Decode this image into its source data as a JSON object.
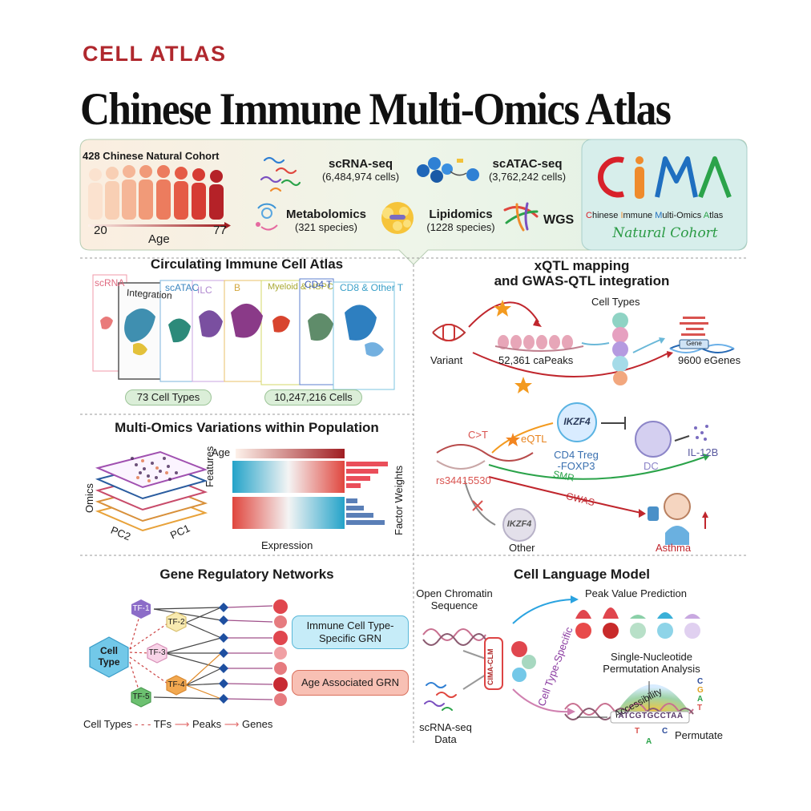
{
  "header": {
    "journal": "CELL ATLAS",
    "title": "Chinese Immune Multi-Omics Atlas"
  },
  "cohort": {
    "label": "428 Chinese Natural Cohort",
    "age_min": "20",
    "age_max": "77",
    "age_label": "Age"
  },
  "omics": [
    {
      "name": "scRNA-seq",
      "detail": "(6,484,974 cells)"
    },
    {
      "name": "scATAC-seq",
      "detail": "(3,762,242 cells)"
    },
    {
      "name": "Metabolomics",
      "detail": "(321 species)"
    },
    {
      "name": "Lipidomics",
      "detail": "(1228 species)"
    },
    {
      "name": "WGS",
      "detail": ""
    }
  ],
  "logo": {
    "letters": "CIMA",
    "tagline_parts": [
      {
        "cap": "C",
        "rest": "hinese "
      },
      {
        "cap": "I",
        "rest": "mmune "
      },
      {
        "cap": "M",
        "rest": "ulti-Omics "
      },
      {
        "cap": "A",
        "rest": "tlas"
      }
    ],
    "subtitle": "Natural Cohort",
    "colors": {
      "red": "#d8212a",
      "orange": "#ef8b2c",
      "blue": "#1f6fc0",
      "green": "#2ba34a"
    }
  },
  "panels": {
    "atlas": {
      "title": "Circulating Immune Cell Atlas",
      "cards": [
        "scRNA",
        "Integration",
        "scATAC",
        "ILC",
        "B",
        "Myeloid & HSPC",
        "CD4 T",
        "CD8 & Other T"
      ],
      "stats": [
        "73 Cell Types",
        "10,247,216 Cells"
      ]
    },
    "xqtl": {
      "title_line1": "xQTL mapping",
      "title_line2": "and GWAS-QTL integration",
      "cell_types": "Cell Types",
      "variant": "Variant",
      "capeaks": "52,361 caPeaks",
      "egenes": "9600 eGenes",
      "gene": "Gene"
    },
    "multiomics": {
      "title": "Multi-Omics Variations within Population",
      "age": "Age",
      "features": "Features",
      "expression": "Expression",
      "factor_weights": "Factor Weights",
      "omics": "Omics",
      "pc1": "PC1",
      "pc2": "PC2"
    },
    "gwas": {
      "ikzf4": "IKZF4",
      "ikzf4_other": "IKZF4",
      "ct": "C>T",
      "eqtl": "eQTL",
      "treg_line1": "CD4 Treg",
      "treg_line2": "-FOXP3",
      "dc": "DC",
      "il12b": "IL-12B",
      "rsid": "rs34415530",
      "smr": "SMR",
      "gwas": "GWAS",
      "other": "Other",
      "asthma": "Asthma"
    },
    "grn": {
      "title": "Gene Regulatory Networks",
      "cell_type_line1": "Cell",
      "cell_type_line2": "Type",
      "tfs": [
        "TF-1",
        "TF-2",
        "TF-3",
        "TF-4",
        "TF-5"
      ],
      "immune_box_line1": "Immune Cell Type-",
      "immune_box_line2": "Specific GRN",
      "age_box": "Age Associated GRN",
      "legend": [
        "Cell Types",
        "TFs",
        "Peaks",
        "Genes"
      ]
    },
    "clm": {
      "title": "Cell Language Model",
      "open_chromatin_line1": "Open Chromatin",
      "open_chromatin_line2": "Sequence",
      "scrna_line1": "scRNA-seq",
      "scrna_line2": "Data",
      "model": "CIMA-CLM",
      "cell_type_specific": "Cell Type-Specific",
      "peak_value": "Peak Value Prediction",
      "snp_line1": "Single-Nucleotide",
      "snp_line2": "Permutation Analysis",
      "accessibility": "Accessibility",
      "sequence": "ATCGTGCCTAA",
      "bases_right": [
        "C",
        "G",
        "A",
        "T"
      ],
      "bases_low": [
        "T",
        "A",
        "C"
      ],
      "permutate": "Permutate"
    }
  }
}
